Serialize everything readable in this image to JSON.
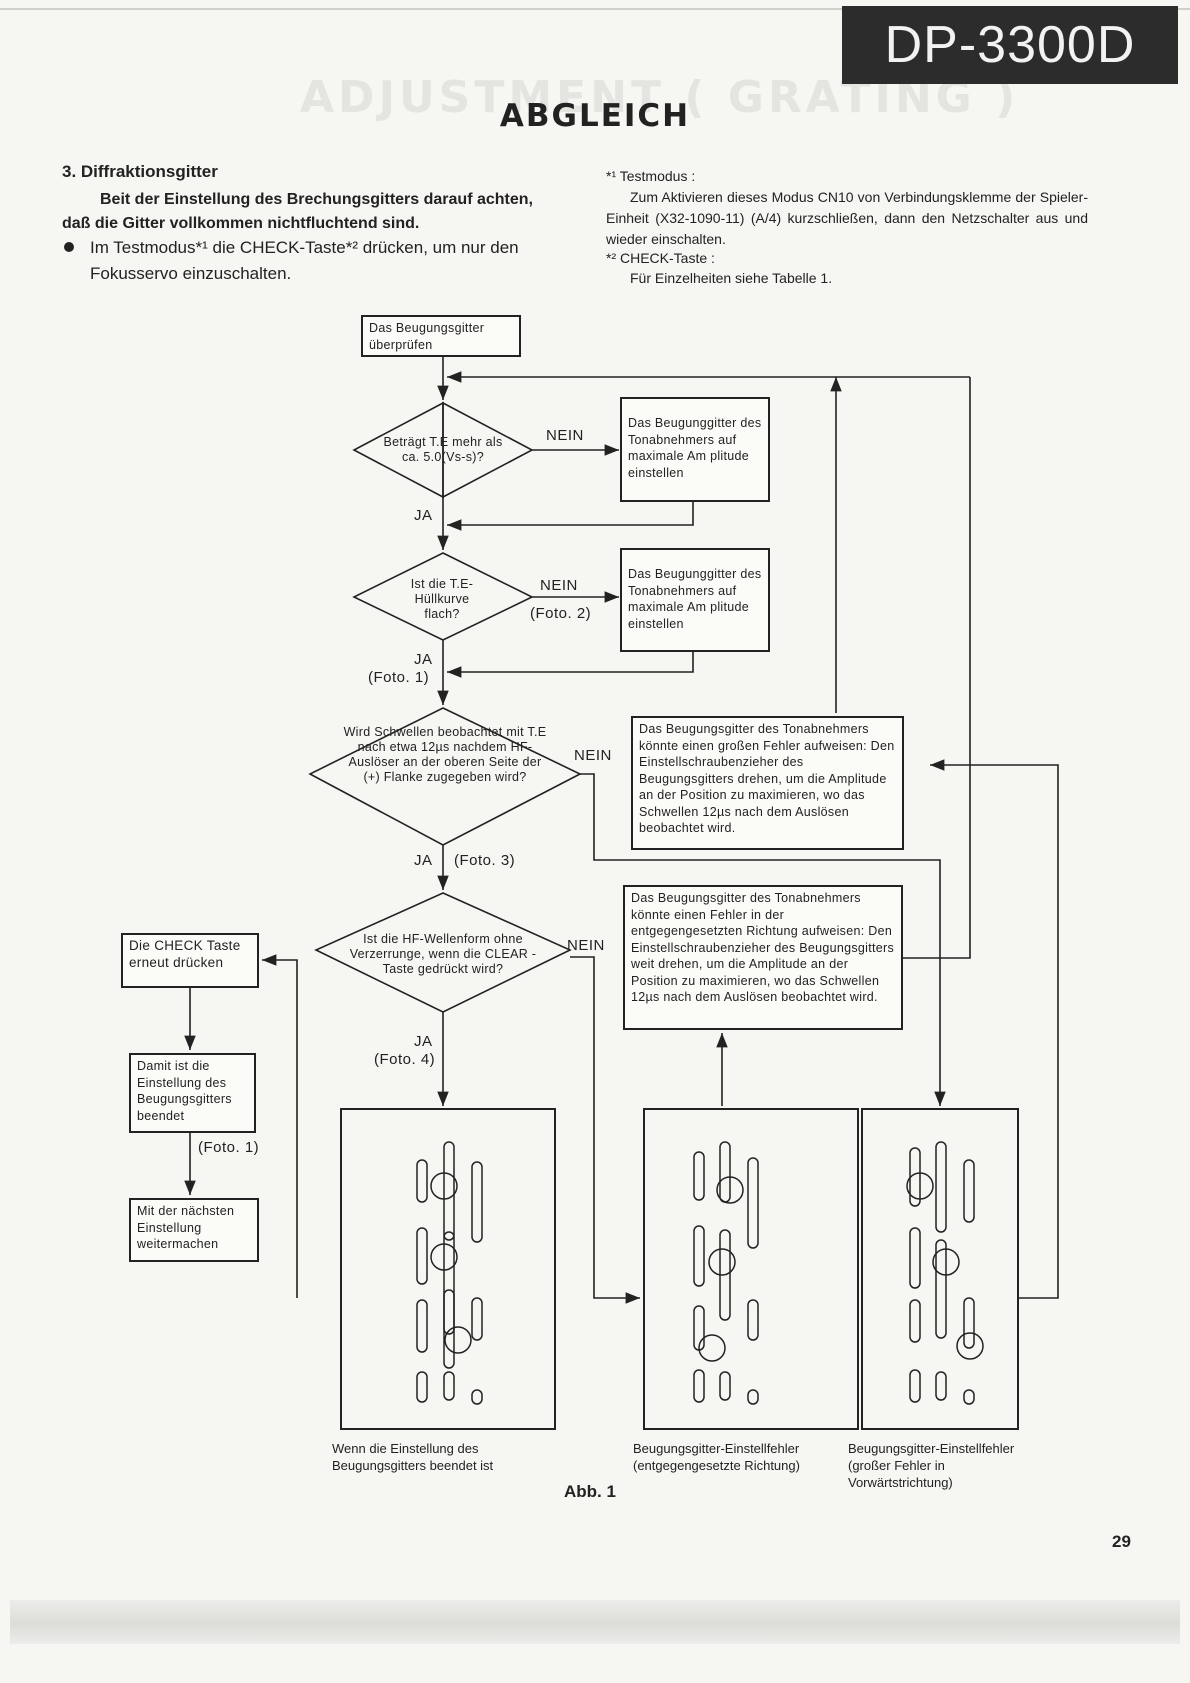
{
  "header": {
    "model": "DP-3300D",
    "ghost_title": "ADJUSTMENT ( GRATING )",
    "page_title": "ABGLEICH"
  },
  "section": {
    "heading": "3. Diffraktionsgitter",
    "intro": "Beit der Einstellung des Brechungsgitters darauf achten, daß die Gitter vollkommen nichtfluchtend sind.",
    "bullet": "Im Testmodus*¹ die CHECK-Taste*² drücken, um nur den Fokusservo einzuschalten."
  },
  "footnotes": {
    "fn1_head": "*¹ Testmodus :",
    "fn1_body": "Zum Aktivieren dieses Modus CN10 von Verbindungsklemme der Spieler-Einheit (X32-1090-11) (A/4) kurzschließen, dann den Netzschalter aus und wieder einschalten.",
    "fn2_head": "*² CHECK-Taste :",
    "fn2_body": "Für Einzelheiten siehe Tabelle 1."
  },
  "flowchart": {
    "start": "Das Beugungsgitter überprüfen",
    "d1": "Beträgt T.E mehr als ca. 5.0(Vs-s)?",
    "d2": "Ist die T.E-Hüllkurve flach?",
    "d3": "Wird Schwellen beobachtet mit T.E nach etwa 12µs nachdem HF-Auslöser an der oberen Seite der (+) Flanke zugegeben wird?",
    "d4": "Ist die HF-Wellenform ohne Verzerrunge, wenn die CLEAR -Taste gedrückt wird?",
    "a1": "Das Beugunggitter des Tonabnehmers auf maximale Am plitude einstellen",
    "a2": "Das Beugunggitter des Tonabnehmers auf maximale Am plitude einstellen",
    "a3": "Das Beugungsgitter des Tonabnehmers könnte einen großen Fehler aufweisen: Den Einstellschraubenzieher des Beugungsgitters drehen, um die Amplitude an der Position zu maximieren, wo das Schwellen 12µs nach dem Auslösen beobachtet wird.",
    "a4": "Das Beugungsgitter des Tonabnehmers könnte einen Fehler in der entgegengesetzten Richtung aufweisen: Den Einstellschraubenzieher des Beugungsgitters weit drehen, um die Amplitude an der Position zu maximieren, wo das Schwellen 12µs nach dem Auslösen beobachtet wird.",
    "check_again": "Die CHECK Taste erneut drücken",
    "done": "Damit ist die Einstellung des Beugungsgitters beendet",
    "next": "Mit der nächsten Einstellung weitermachen",
    "nein": "NEIN",
    "ja": "JA",
    "foto1": "(Foto. 1)",
    "foto2": "(Foto. 2)",
    "foto3": "(Foto. 3)",
    "foto4": "(Foto. 4)"
  },
  "captions": {
    "c1": "Wenn die Einstellung des Beugungsgitters beendet ist",
    "c2": "Beugungsgitter-Einstellfehler (entgegengesetzte Richtung)",
    "c3": "Beugungsgitter-Einstellfehler (großer Fehler in Vorwärtstrichtung)"
  },
  "figure_label": "Abb. 1",
  "page_number": "29"
}
